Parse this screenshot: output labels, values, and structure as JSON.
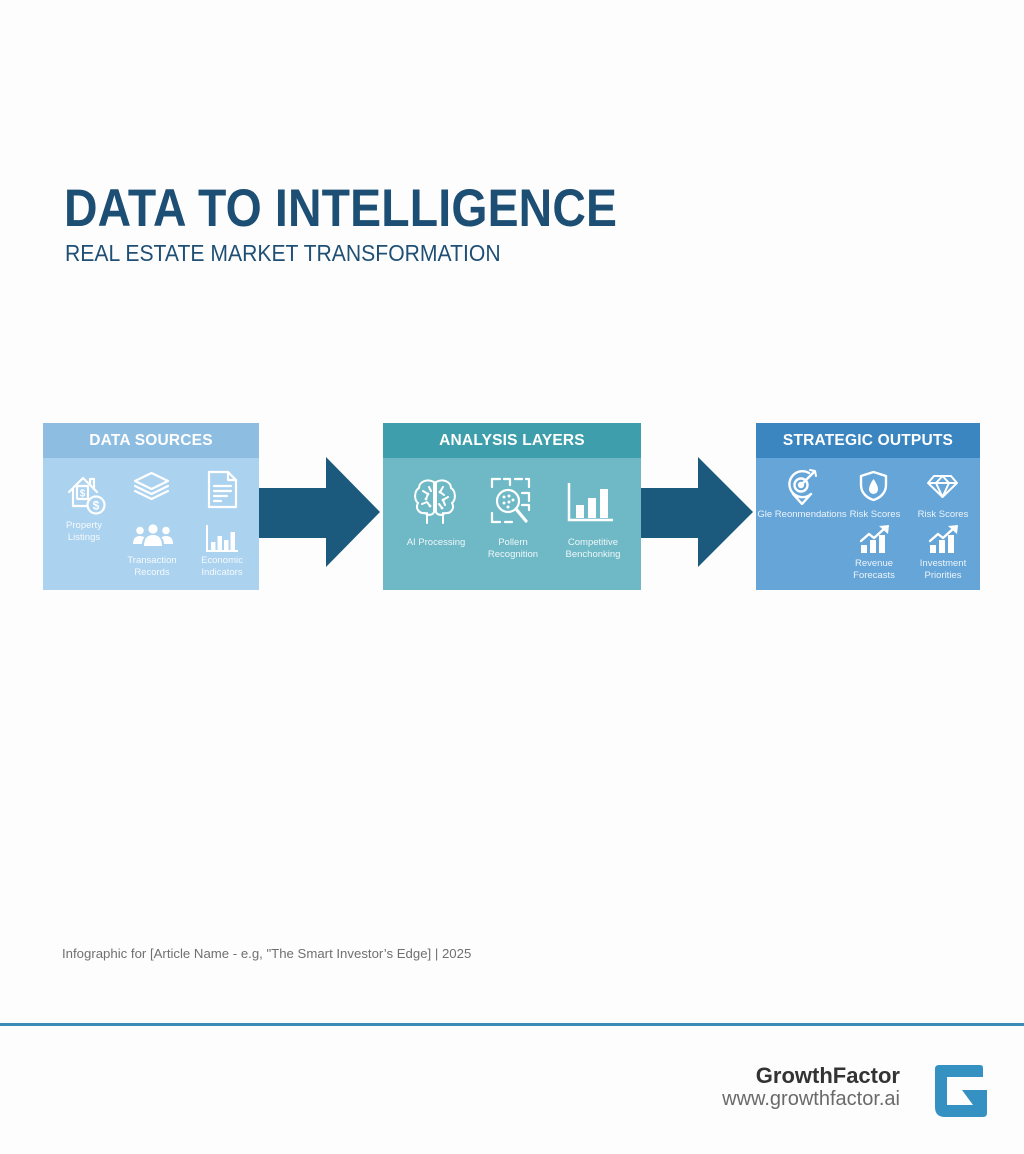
{
  "header": {
    "title": "DATA TO INTELLIGENCE",
    "subtitle": "REAL ESTATE MARKET TRANSFORMATION"
  },
  "colors": {
    "title": "#1d4e73",
    "arrow": "#1b5a7c",
    "data_sources_header": "#8dbde0",
    "data_sources_body": "#abd2ef",
    "analysis_header": "#3e9eab",
    "analysis_body": "#6fb9c7",
    "outputs_header": "#3b86c0",
    "outputs_body": "#66a5d8",
    "divider": "#3a8bb8",
    "logo": "#3691c3"
  },
  "panels": [
    {
      "title": "DATA SOURCES",
      "items": [
        {
          "icon": "house-dollar-icon",
          "line1": "Property",
          "line2": "Listings"
        },
        {
          "icon": "layers-icon",
          "line1": "",
          "line2": ""
        },
        {
          "icon": "document-icon",
          "line1": "",
          "line2": ""
        },
        {
          "icon": "people-icon",
          "line1": "Transaction",
          "line2": "Records"
        },
        {
          "icon": "bar-chart-icon",
          "line1": "Economic",
          "line2": "Indicators"
        }
      ]
    },
    {
      "title": "ANALYSIS LAYERS",
      "items": [
        {
          "icon": "brain-icon",
          "line1": "AI Processing",
          "line2": ""
        },
        {
          "icon": "pattern-magnifier-icon",
          "line1": "Pollern",
          "line2": "Recognition"
        },
        {
          "icon": "bar-chart-icon",
          "line1": "Competitive",
          "line2": "Benchonking"
        }
      ]
    },
    {
      "title": "STRATEGIC OUTPUTS",
      "items": [
        {
          "icon": "target-pin-icon",
          "line1": "Gle Reonmendations",
          "line2": ""
        },
        {
          "icon": "shield-icon",
          "line1": "Risk Scores",
          "line2": ""
        },
        {
          "icon": "diamond-icon",
          "line1": "Risk Scores",
          "line2": ""
        },
        {
          "icon": "growth-chart-icon",
          "line1": "Revenue",
          "line2": "Forecasts"
        },
        {
          "icon": "growth-chart-icon",
          "line1": "Investment",
          "line2": "Priorities"
        }
      ]
    }
  ],
  "flow_arrows": [
    {
      "icon": "arrow-right-icon",
      "from": "DATA SOURCES",
      "to": "ANALYSIS LAYERS"
    },
    {
      "icon": "arrow-right-icon",
      "from": "ANALYSIS LAYERS",
      "to": "STRATEGIC OUTPUTS"
    }
  ],
  "footer": {
    "caption": "Infographic for [Article Name - e.g, \"The Smart Investor’s Edge] | 2025",
    "brand_name": "GrowthFactor",
    "brand_url": "www.growthfactor.ai",
    "logo_icon": "growthfactor-g-logo-icon"
  }
}
